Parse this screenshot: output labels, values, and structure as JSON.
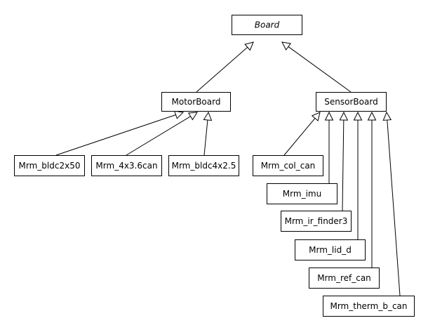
{
  "diagram": {
    "type": "class-inheritance",
    "nodes": [
      {
        "id": "board",
        "label": "Board",
        "abstract": true
      },
      {
        "id": "motorboard",
        "label": "MotorBoard"
      },
      {
        "id": "sensorboard",
        "label": "SensorBoard"
      },
      {
        "id": "mrm_bldc2x50",
        "label": "Mrm_bldc2x50"
      },
      {
        "id": "mrm_4x3_6can",
        "label": "Mrm_4x3.6can"
      },
      {
        "id": "mrm_bldc4x2_5",
        "label": "Mrm_bldc4x2.5"
      },
      {
        "id": "mrm_col_can",
        "label": "Mrm_col_can"
      },
      {
        "id": "mrm_imu",
        "label": "Mrm_imu"
      },
      {
        "id": "mrm_ir_finder3",
        "label": "Mrm_ir_finder3"
      },
      {
        "id": "mrm_lid_d",
        "label": "Mrm_lid_d"
      },
      {
        "id": "mrm_ref_can",
        "label": "Mrm_ref_can"
      },
      {
        "id": "mrm_therm_b_can",
        "label": "Mrm_therm_b_can"
      }
    ],
    "edges": [
      {
        "from": "motorboard",
        "to": "board",
        "relation": "inherits"
      },
      {
        "from": "sensorboard",
        "to": "board",
        "relation": "inherits"
      },
      {
        "from": "mrm_bldc2x50",
        "to": "motorboard",
        "relation": "inherits"
      },
      {
        "from": "mrm_4x3_6can",
        "to": "motorboard",
        "relation": "inherits"
      },
      {
        "from": "mrm_bldc4x2_5",
        "to": "motorboard",
        "relation": "inherits"
      },
      {
        "from": "mrm_col_can",
        "to": "sensorboard",
        "relation": "inherits"
      },
      {
        "from": "mrm_imu",
        "to": "sensorboard",
        "relation": "inherits"
      },
      {
        "from": "mrm_ir_finder3",
        "to": "sensorboard",
        "relation": "inherits"
      },
      {
        "from": "mrm_lid_d",
        "to": "sensorboard",
        "relation": "inherits"
      },
      {
        "from": "mrm_ref_can",
        "to": "sensorboard",
        "relation": "inherits"
      },
      {
        "from": "mrm_therm_b_can",
        "to": "sensorboard",
        "relation": "inherits"
      }
    ]
  }
}
